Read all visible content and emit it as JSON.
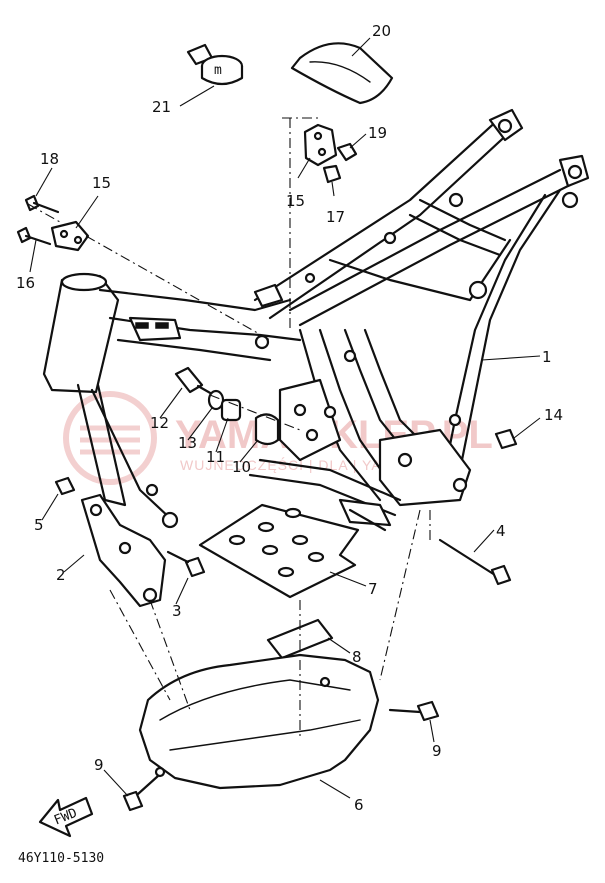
{
  "diagram": {
    "code": "46Y110-5130",
    "fwd_label": "FWD",
    "watermark": {
      "main": "YAMA-SKLEP.PL",
      "sub": "WUJNEOCZĘŚCI | DLA | YAMAHA"
    },
    "callouts": [
      {
        "id": "c1",
        "text": "1"
      },
      {
        "id": "c2",
        "text": "2"
      },
      {
        "id": "c3",
        "text": "3"
      },
      {
        "id": "c4",
        "text": "4"
      },
      {
        "id": "c5",
        "text": "5"
      },
      {
        "id": "c6",
        "text": "6"
      },
      {
        "id": "c7",
        "text": "7"
      },
      {
        "id": "c8",
        "text": "8"
      },
      {
        "id": "c9a",
        "text": "9"
      },
      {
        "id": "c9b",
        "text": "9"
      },
      {
        "id": "c10",
        "text": "10"
      },
      {
        "id": "c11",
        "text": "11"
      },
      {
        "id": "c12",
        "text": "12"
      },
      {
        "id": "c13",
        "text": "13"
      },
      {
        "id": "c14",
        "text": "14"
      },
      {
        "id": "c15a",
        "text": "15"
      },
      {
        "id": "c15b",
        "text": "15"
      },
      {
        "id": "c16",
        "text": "16"
      },
      {
        "id": "c17",
        "text": "17"
      },
      {
        "id": "c18",
        "text": "18"
      },
      {
        "id": "c19",
        "text": "19"
      },
      {
        "id": "c20",
        "text": "20"
      },
      {
        "id": "c21",
        "text": "21"
      }
    ]
  }
}
